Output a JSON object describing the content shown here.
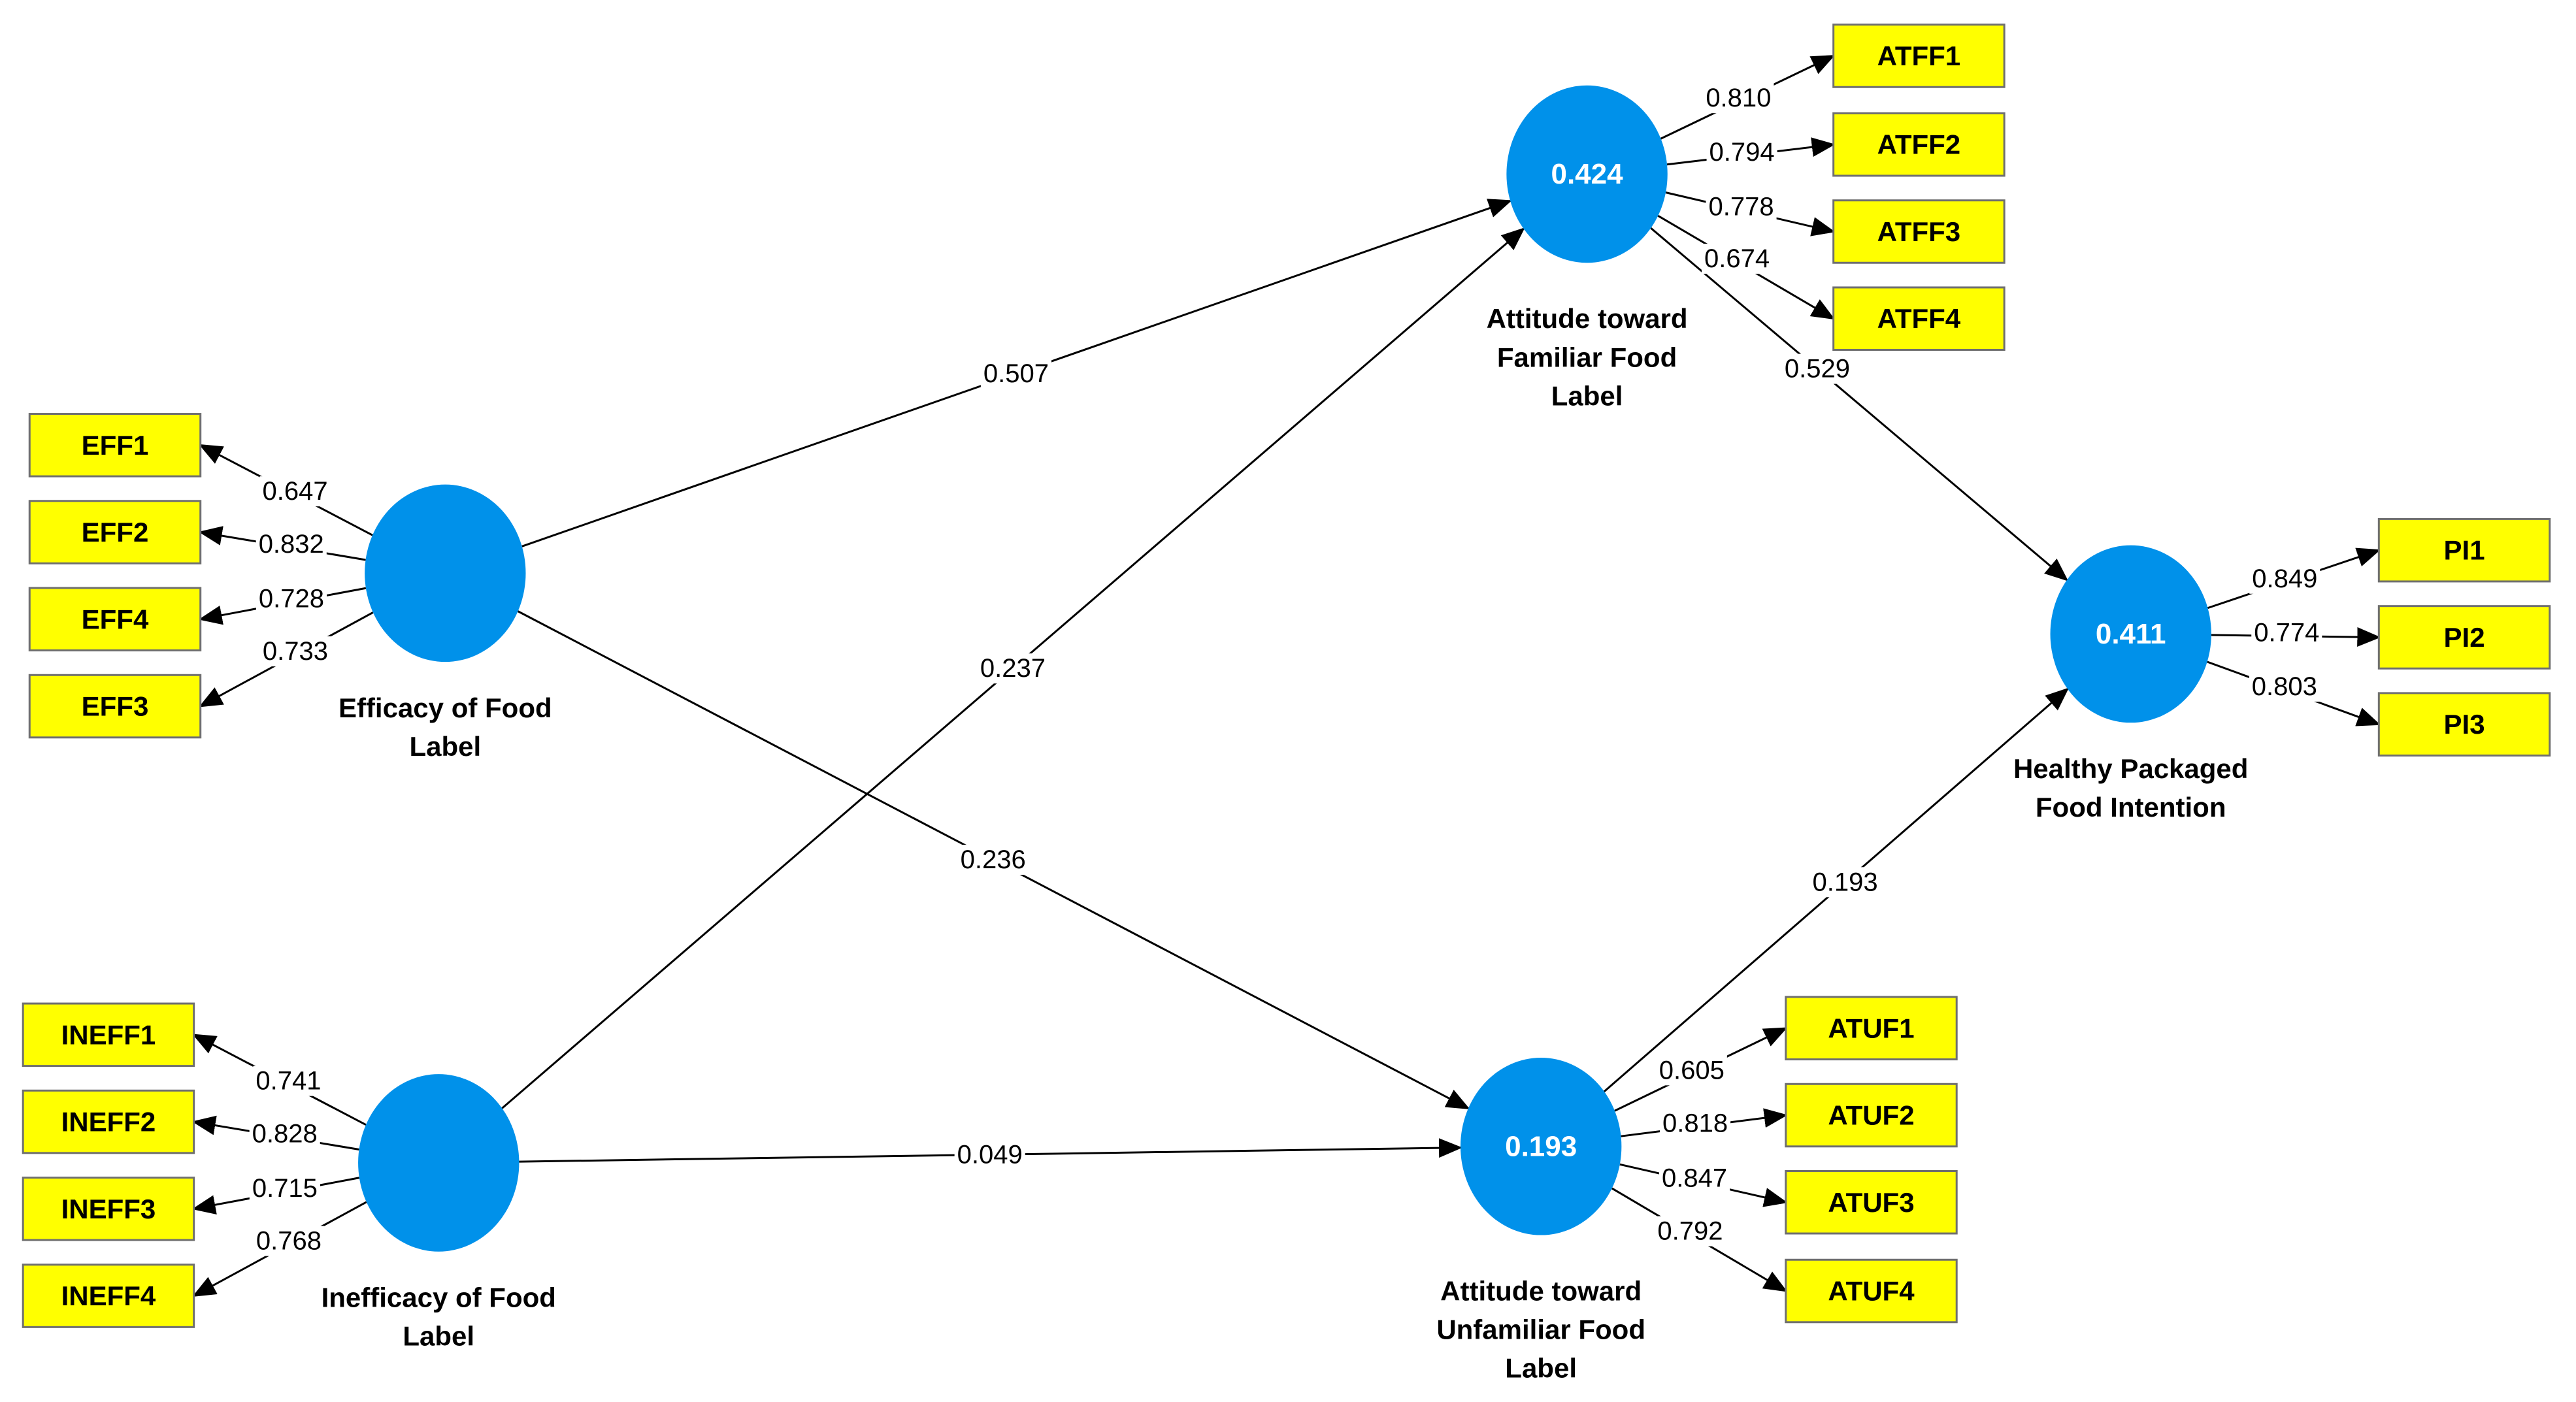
{
  "colors": {
    "construct_fill": "#0091ea",
    "indicator_fill": "#ffff00",
    "indicator_border": "#6f6f6f",
    "line": "#000000",
    "r2_text": "#ffffff"
  },
  "constructs": [
    {
      "id": "EFF",
      "name_lines": [
        "Efficacy of Food",
        "Label"
      ],
      "r2": ""
    },
    {
      "id": "INEFF",
      "name_lines": [
        "Inefficacy of Food",
        "Label"
      ],
      "r2": ""
    },
    {
      "id": "ATFF",
      "name_lines": [
        "Attitude toward",
        "Familiar Food",
        "Label"
      ],
      "r2": "0.424"
    },
    {
      "id": "ATUF",
      "name_lines": [
        "Attitude toward",
        "Unfamiliar Food",
        "Label"
      ],
      "r2": "0.193"
    },
    {
      "id": "PI",
      "name_lines": [
        "Healthy Packaged",
        "Food Intention"
      ],
      "r2": "0.411"
    }
  ],
  "indicators": [
    {
      "id": "EFF1",
      "label": "EFF1",
      "construct": "EFF",
      "loading": "0.647"
    },
    {
      "id": "EFF2",
      "label": "EFF2",
      "construct": "EFF",
      "loading": "0.832"
    },
    {
      "id": "EFF4",
      "label": "EFF4",
      "construct": "EFF",
      "loading": "0.728"
    },
    {
      "id": "EFF3",
      "label": "EFF3",
      "construct": "EFF",
      "loading": "0.733"
    },
    {
      "id": "INEFF1",
      "label": "INEFF1",
      "construct": "INEFF",
      "loading": "0.741"
    },
    {
      "id": "INEFF2",
      "label": "INEFF2",
      "construct": "INEFF",
      "loading": "0.828"
    },
    {
      "id": "INEFF3",
      "label": "INEFF3",
      "construct": "INEFF",
      "loading": "0.715"
    },
    {
      "id": "INEFF4",
      "label": "INEFF4",
      "construct": "INEFF",
      "loading": "0.768"
    },
    {
      "id": "ATFF1",
      "label": "ATFF1",
      "construct": "ATFF",
      "loading": "0.810"
    },
    {
      "id": "ATFF2",
      "label": "ATFF2",
      "construct": "ATFF",
      "loading": "0.794"
    },
    {
      "id": "ATFF3",
      "label": "ATFF3",
      "construct": "ATFF",
      "loading": "0.778"
    },
    {
      "id": "ATFF4",
      "label": "ATFF4",
      "construct": "ATFF",
      "loading": "0.674"
    },
    {
      "id": "ATUF1",
      "label": "ATUF1",
      "construct": "ATUF",
      "loading": "0.605"
    },
    {
      "id": "ATUF2",
      "label": "ATUF2",
      "construct": "ATUF",
      "loading": "0.818"
    },
    {
      "id": "ATUF3",
      "label": "ATUF3",
      "construct": "ATUF",
      "loading": "0.847"
    },
    {
      "id": "ATUF4",
      "label": "ATUF4",
      "construct": "ATUF",
      "loading": "0.792"
    },
    {
      "id": "PI1",
      "label": "PI1",
      "construct": "PI",
      "loading": "0.849"
    },
    {
      "id": "PI2",
      "label": "PI2",
      "construct": "PI",
      "loading": "0.774"
    },
    {
      "id": "PI3",
      "label": "PI3",
      "construct": "PI",
      "loading": "0.803"
    }
  ],
  "paths": [
    {
      "from": "EFF",
      "to": "ATFF",
      "coef": "0.507"
    },
    {
      "from": "INEFF",
      "to": "ATFF",
      "coef": "0.237"
    },
    {
      "from": "EFF",
      "to": "ATUF",
      "coef": "0.236"
    },
    {
      "from": "INEFF",
      "to": "ATUF",
      "coef": "0.049"
    },
    {
      "from": "ATFF",
      "to": "PI",
      "coef": "0.529"
    },
    {
      "from": "ATUF",
      "to": "PI",
      "coef": "0.193"
    }
  ]
}
